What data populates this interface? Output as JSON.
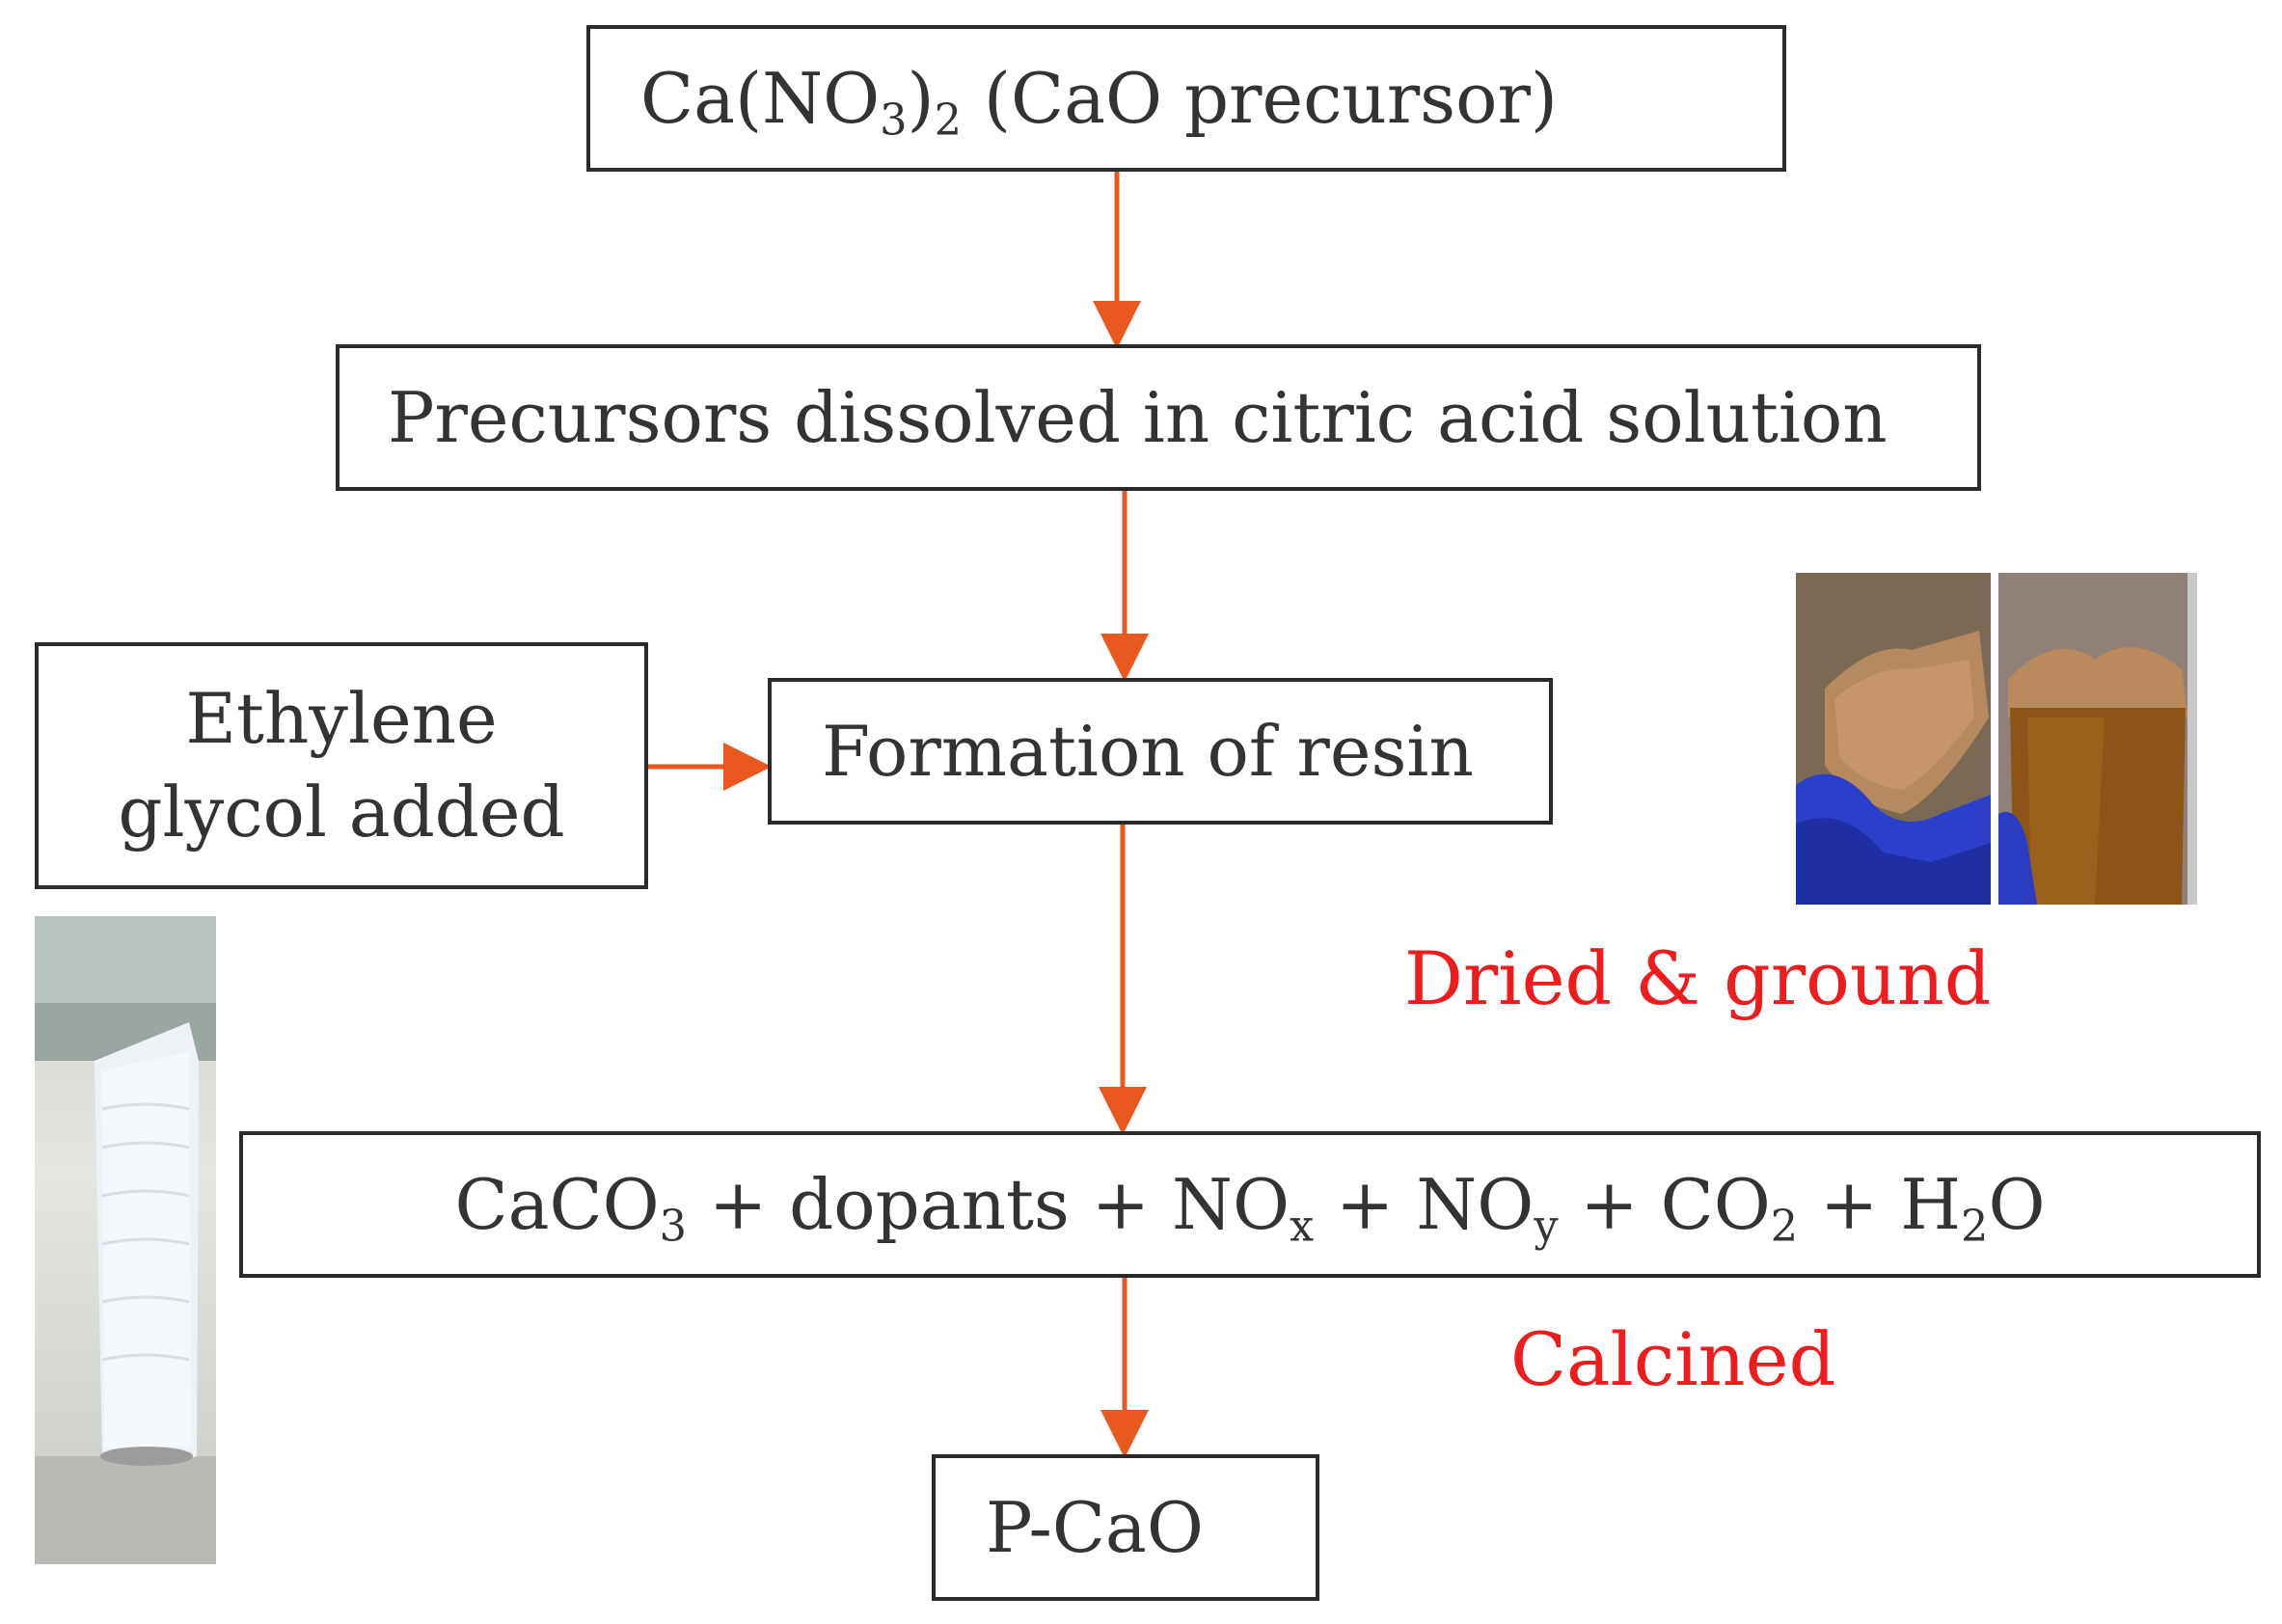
{
  "steps": {
    "precursor": {
      "formula_a": "Ca(NO",
      "sub_a": "3",
      "formula_b": ")",
      "sub_b": "2",
      "rest": " (CaO precursor)"
    },
    "dissolved": "Precursors dissolved in citric acid solution",
    "ethylene_line1": "Ethylene",
    "ethylene_line2": "glycol added",
    "resin": "Formation of resin",
    "products": {
      "p1": "CaCO",
      "s1": "3",
      "p2": " + dopants + NO",
      "s2": "x",
      "p3": " + NO",
      "s3": "y",
      "p4": " + CO",
      "s4": "2",
      "p5": " + H",
      "s5": "2",
      "p6": "O"
    },
    "final": "P-CaO"
  },
  "labels": {
    "dried": "Dried & ground",
    "calcined": "Calcined"
  },
  "colors": {
    "arrow": "#e8581f",
    "label": "#ee1c1c",
    "box_border": "#2b2b2b",
    "text": "#333333"
  }
}
